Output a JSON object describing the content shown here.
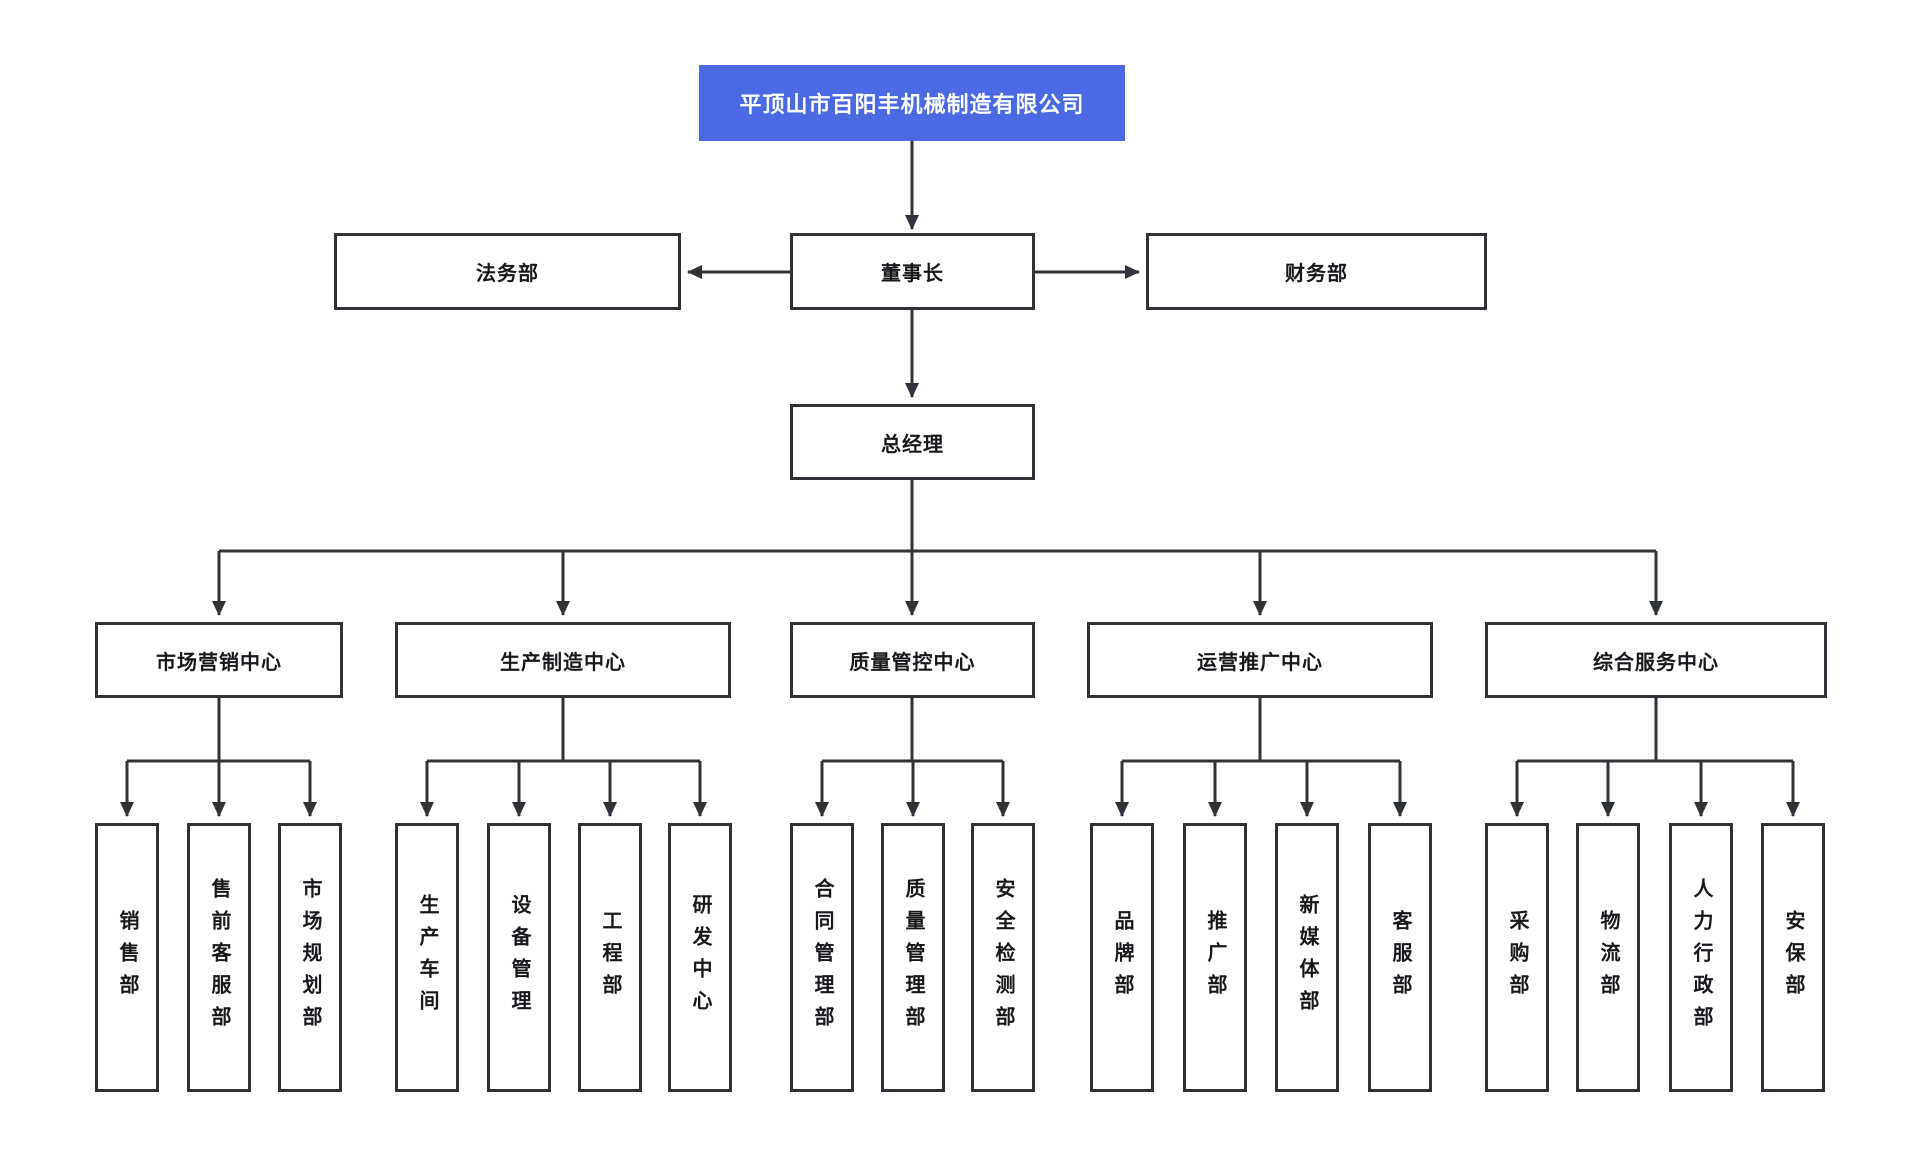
{
  "org": {
    "company": "平顶山市百阳丰机械制造有限公司",
    "board": {
      "chairman": "董事长",
      "legal": "法务部",
      "finance": "财务部",
      "general_manager": "总经理"
    },
    "centers": [
      {
        "label": "市场营销中心",
        "departments": [
          "销售部",
          "售前客服部",
          "市场规划部"
        ]
      },
      {
        "label": "生产制造中心",
        "departments": [
          "生产车间",
          "设备管理",
          "工程部",
          "研发中心"
        ]
      },
      {
        "label": "质量管控中心",
        "departments": [
          "合同管理部",
          "质量管理部",
          "安全检测部"
        ]
      },
      {
        "label": "运营推广中心",
        "departments": [
          "品牌部",
          "推广部",
          "新媒体部",
          "客服部"
        ]
      },
      {
        "label": "综合服务中心",
        "departments": [
          "采购部",
          "物流部",
          "人力行政部",
          "安保部"
        ]
      }
    ],
    "colors": {
      "accent": "#4A69E2",
      "line": "#2F3337",
      "text": "#16181C",
      "background": "#FFFFFF"
    }
  }
}
